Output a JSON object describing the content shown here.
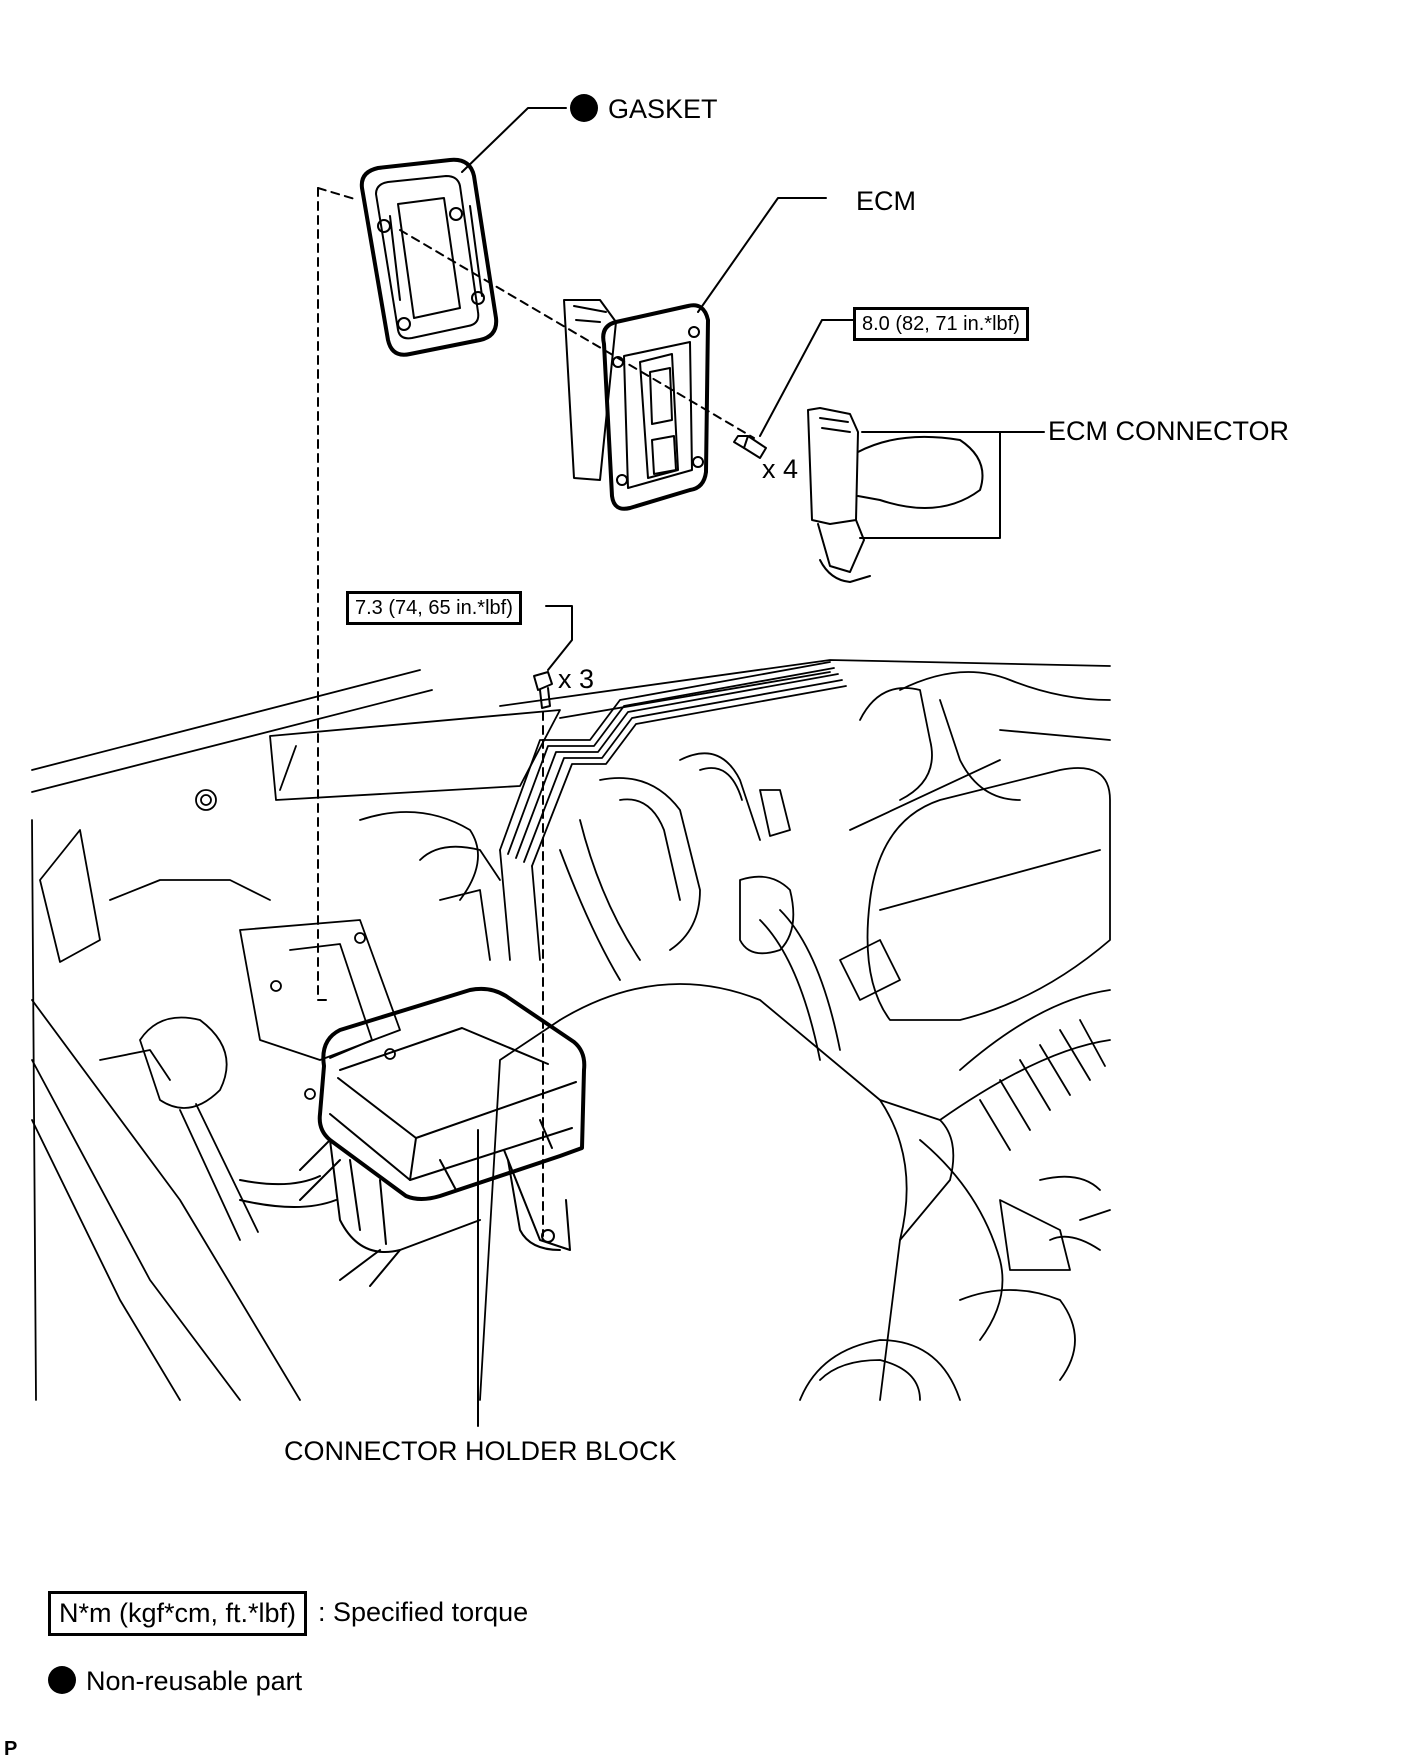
{
  "callouts": {
    "gasket": "GASKET",
    "ecm": "ECM",
    "ecm_connector": "ECM CONNECTOR",
    "connector_holder_block": "CONNECTOR HOLDER BLOCK"
  },
  "torques": {
    "ecm_bolts": "8.0 (82, 71 in.*lbf)",
    "holder_bolts": "7.3 (74, 65 in.*lbf)"
  },
  "quantities": {
    "ecm_bolts": "x 4",
    "holder_bolts": "x 3"
  },
  "legend": {
    "torque_box": "N*m (kgf*cm, ft.*lbf)",
    "torque_desc": ": Specified torque",
    "nonreusable_desc": "Non-reusable part"
  },
  "corner_mark": "P"
}
